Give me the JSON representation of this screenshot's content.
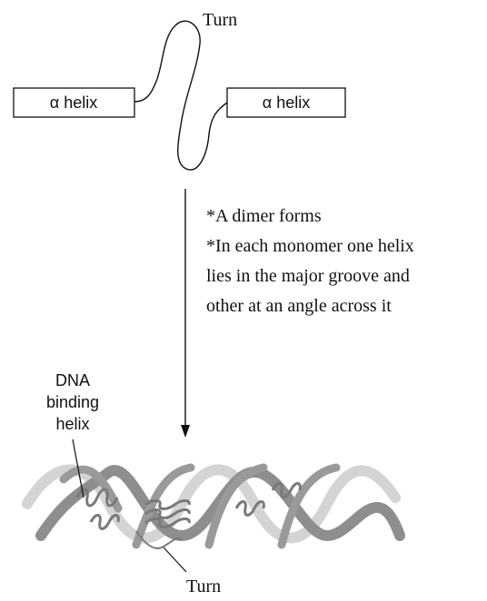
{
  "top_structure": {
    "turn_label": "Turn",
    "left_helix_label": "α helix",
    "right_helix_label": "α helix"
  },
  "notes": {
    "line1": "*A dimer forms",
    "line2": "*In each monomer one helix",
    "line3": "lies in the major groove and",
    "line4": "other at an angle across it"
  },
  "bottom_structure": {
    "dna_label_line1": "DNA",
    "dna_label_line2": "binding",
    "dna_label_line3": "helix",
    "turn_label": "Turn"
  },
  "colors": {
    "ink": "#111111",
    "strand_dark": "#8a8a8a",
    "strand_light": "#cfcfcf",
    "helix_coil": "#c4c4c4"
  }
}
